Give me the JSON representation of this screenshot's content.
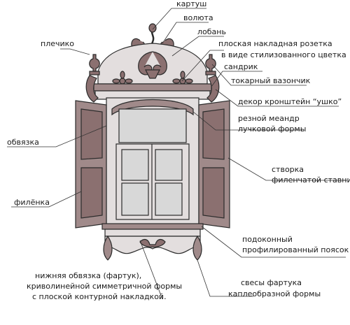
{
  "colors": {
    "wood": "#a08a8a",
    "wood_dark": "#6e5656",
    "frame_light": "#e3dede",
    "panel": "#8b7070",
    "glass": "#d8d8d8",
    "line": "#2b2b2b",
    "leader": "#333333"
  },
  "labels": {
    "kartush": "картуш",
    "voluta": "волюта",
    "loban": "лобань",
    "rozetka_1": "плоская накладная розетка",
    "rozetka_2": "в виде стилизованного цветка",
    "plechiko": "плечико",
    "sandrik": "сандрик",
    "vazonchik": "токарный вазончик",
    "ushko": "декор кронштейн “ушко”",
    "meandr_1": "резной меандр",
    "meandr_2": "лучковой формы",
    "obvyazka": "обвязка",
    "stvorka_1": "створка",
    "stvorka_2": "филенчатой ставни",
    "filenka": "филёнка",
    "poyasok_1": "подоконный",
    "poyasok_2": "профилированный поясок",
    "fartuk_1": "нижняя обвязка (фартук),",
    "fartuk_2": "криволинейной симметричной формы",
    "fartuk_3": "с плоской контурной накладкой.",
    "svesy_1": "свесы фартука",
    "svesy_2": "каплеобразной формы"
  }
}
